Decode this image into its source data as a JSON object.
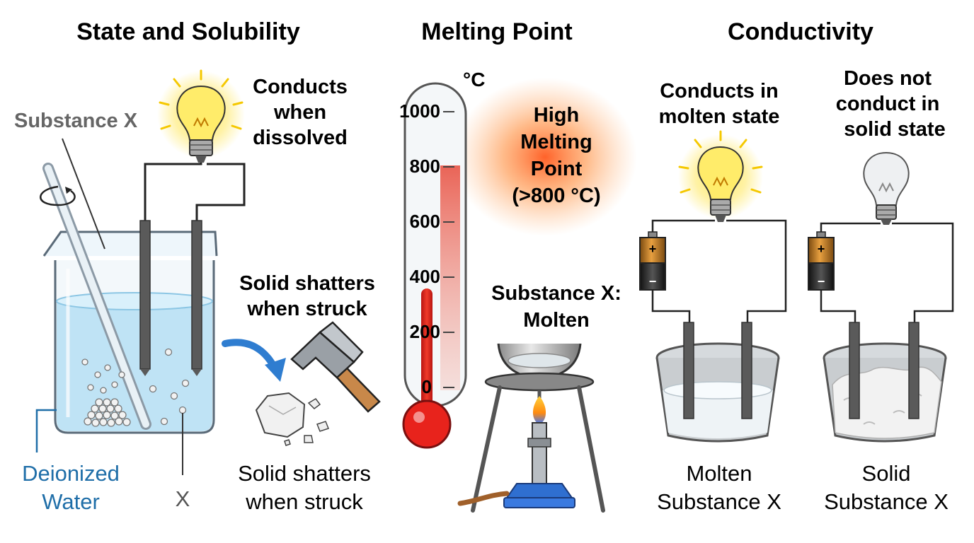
{
  "titles": {
    "state": "State and Solubility",
    "melting": "Melting Point",
    "conductivity": "Conductivity"
  },
  "solubility": {
    "substance_label": "Substance X",
    "conducts_label": [
      "Conducts",
      "when",
      "dissolved"
    ],
    "water_label": [
      "Deionized",
      "Water"
    ],
    "particle_label": "X",
    "shatter_label_bold": [
      "Solid shatters",
      "when struck"
    ],
    "shatter_label": [
      "Solid shatters",
      "when struck"
    ]
  },
  "melting": {
    "unit": "°C",
    "scale": [
      1000,
      800,
      600,
      400,
      200,
      0
    ],
    "high_label": [
      "High",
      "Melting",
      "Point",
      "(>800 °C)"
    ],
    "molten_label": [
      "Substance X:",
      "Molten"
    ]
  },
  "conductivity": {
    "molten_caption_top": [
      "Conducts in",
      "molten state"
    ],
    "solid_caption_top": [
      "Does not",
      "conduct in",
      "solid state"
    ],
    "molten_caption": [
      "Molten",
      "Substance X"
    ],
    "solid_caption": [
      "Solid",
      "Substance X"
    ],
    "battery_plus": "+",
    "battery_minus": "−"
  },
  "colors": {
    "water": "#bfe3f5",
    "red": "#e8231c",
    "glow": "#ffe23a",
    "label_blue": "#1f6ea8",
    "label_gray": "#666666"
  }
}
